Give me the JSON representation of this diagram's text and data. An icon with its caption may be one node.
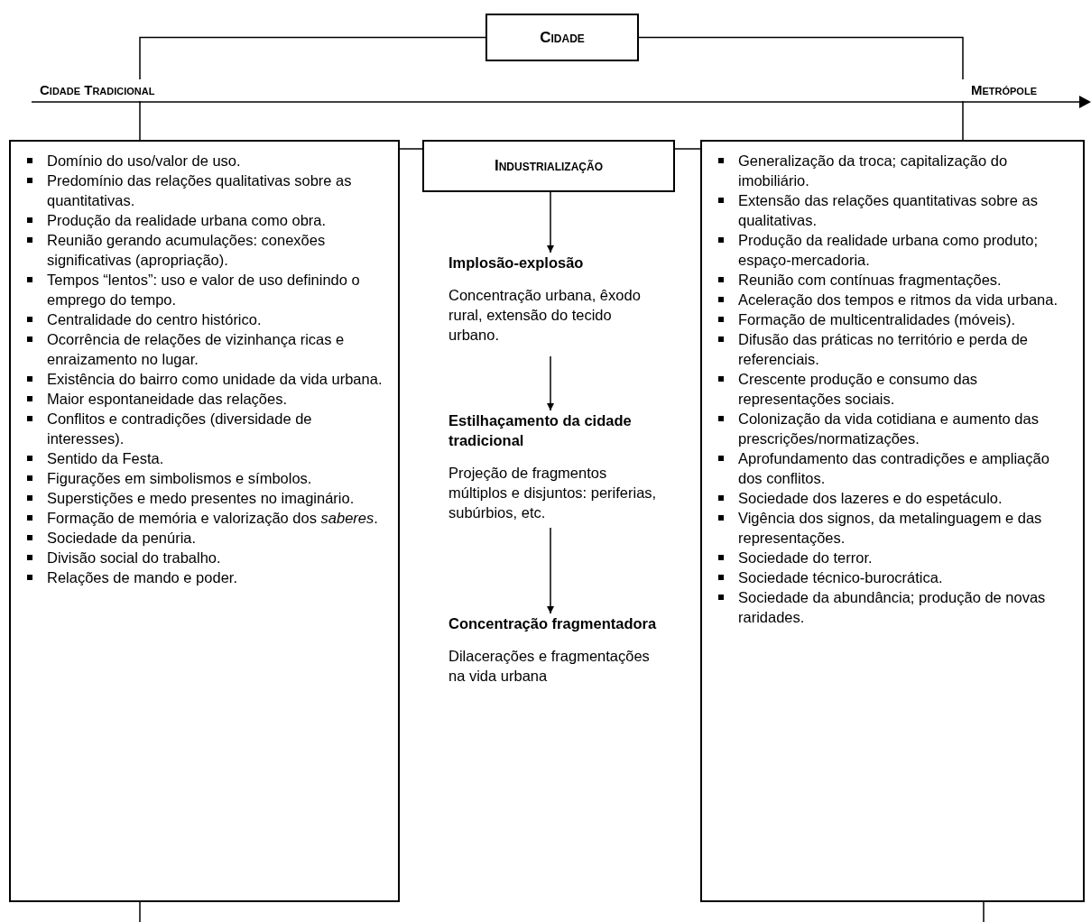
{
  "diagram": {
    "nodes": [
      {
        "text": [
          "Cidade"
        ]
      },
      {
        "text": [
          "Cidade Tradicional"
        ]
      },
      {
        "text": [
          "Metrópole"
        ]
      },
      {
        "text": [
          "Domínio do uso/valor de uso.",
          "Predomínio das relações qualitativas sobre as quantitativas.",
          "Produção da realidade urbana como obra.",
          "Reunião gerando acumulações: conexões significativas (apropriação).",
          "Tempos “lentos”: uso e valor de uso definindo o emprego do tempo.",
          "Centralidade do centro histórico.",
          "Ocorrência de relações de vizinhança ricas e enraizamento no lugar.",
          "Existência do bairro como unidade da vida urbana.",
          "Maior espontaneidade das relações.",
          "Conflitos e contradições (diversidade de interesses).",
          "Sentido da Festa.",
          "Figurações em simbolismos e símbolos.",
          "Superstições e medo presentes no imaginário.",
          "Formação de memória e valorização dos *saberes*.",
          "Sociedade da penúria.",
          "Divisão social do trabalho.",
          "Relações de mando e poder."
        ]
      },
      {
        "text": [
          "Industrialização"
        ]
      },
      {
        "text": [
          "Generalização da troca; capitalização do imobiliário.",
          "Extensão das relações quantitativas sobre as qualitativas.",
          "Produção da realidade urbana como produto; espaço-mercadoria.",
          "Reunião com contínuas fragmentações.",
          "Aceleração dos tempos e ritmos da vida urbana.",
          "Formação de multicentralidades (móveis).",
          "Difusão das práticas no território e perda de referenciais.",
          "Crescente produção e consumo das representações sociais.",
          "Colonização da vida cotidiana e aumento das prescrições/normatizações.",
          "Aprofundamento das contradições e ampliação dos conflitos.",
          "Sociedade dos lazeres e do espetáculo.",
          "Vigência dos signos, da metalinguagem e das representações.",
          "Sociedade do terror.",
          "Sociedade técnico-burocrática.",
          "Sociedade da abundância; produção de novas raridades."
        ]
      },
      {
        "text": [
          "Implosão-explosão",
          "Concentração urbana, êxodo rural, extensão do tecido urbano."
        ]
      },
      {
        "text": [
          "Estilhaçamento da cidade tradicional",
          "Projeção de fragmentos múltiplos e disjuntos: periferias, subúrbios, etc."
        ]
      },
      {
        "text": [
          "Concentração fragmentadora",
          "Dilacerações e fragmentações na vida urbana"
        ]
      }
    ],
    "edges": [
      {
        "from": 0,
        "to": 1,
        "arrow": "none"
      },
      {
        "from": 0,
        "to": 2,
        "arrow": "none"
      },
      {
        "from": 1,
        "to": 3,
        "arrow": "none"
      },
      {
        "from": 2,
        "to": 5,
        "arrow": "none"
      },
      {
        "from": 3,
        "to": 4,
        "arrow": "none"
      },
      {
        "from": 4,
        "to": 5,
        "arrow": "none"
      },
      {
        "from": 4,
        "to": 6,
        "arrow": "to"
      },
      {
        "from": 6,
        "to": 7,
        "arrow": "to"
      },
      {
        "from": 7,
        "to": 8,
        "arrow": "to"
      },
      {
        "from": 3,
        "to": null,
        "arrow": "none"
      },
      {
        "from": 5,
        "to": null,
        "arrow": "none"
      }
    ]
  }
}
